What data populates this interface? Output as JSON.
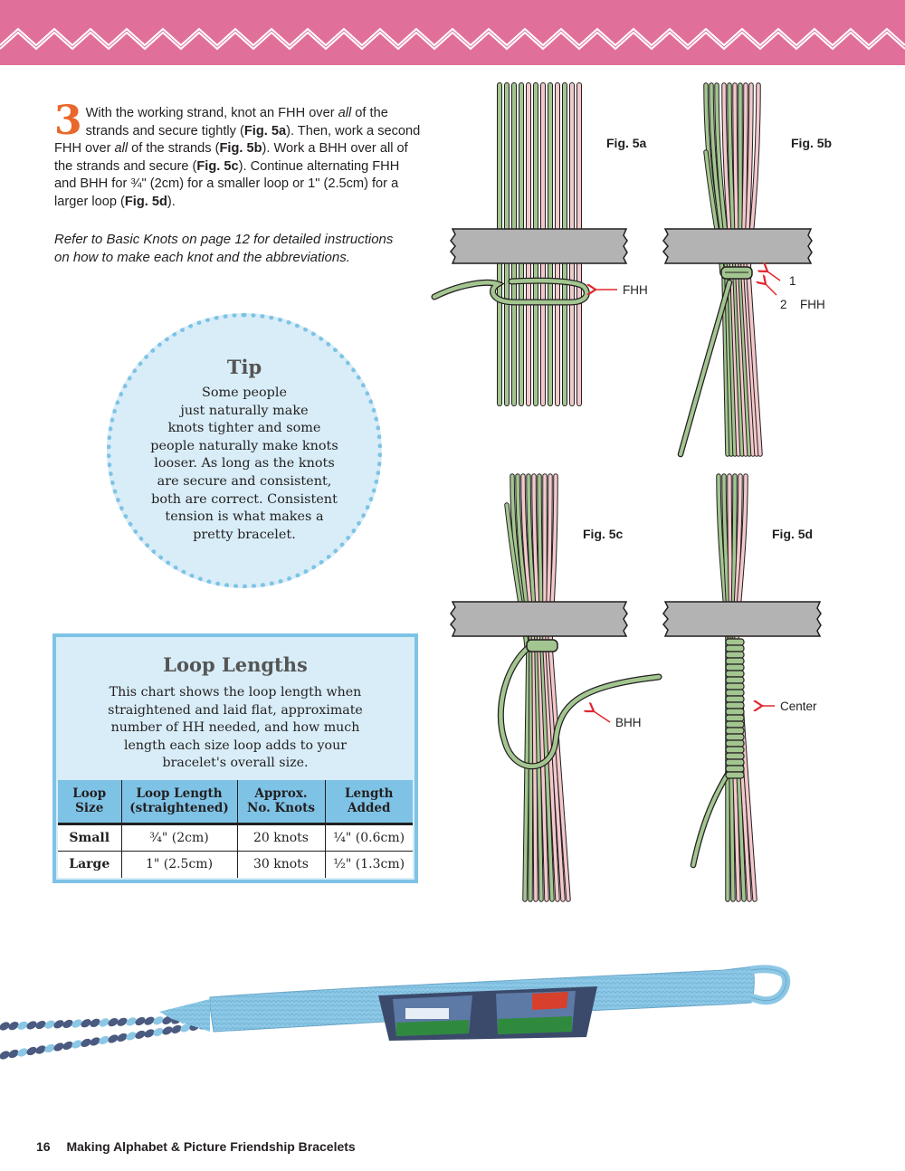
{
  "step": {
    "number": "3",
    "segments": [
      {
        "t": "With the working strand, knot an FHH over ",
        "s": "normal"
      },
      {
        "t": "all",
        "s": "italic"
      },
      {
        "t": " of the strands and secure tightly (",
        "s": "normal"
      },
      {
        "t": "Fig. 5a",
        "s": "bold"
      },
      {
        "t": "). Then, work a second FHH over ",
        "s": "normal"
      },
      {
        "t": "all",
        "s": "italic"
      },
      {
        "t": " of the strands (",
        "s": "normal"
      },
      {
        "t": "Fig. 5b",
        "s": "bold"
      },
      {
        "t": "). Work a BHH over all of the strands and secure (",
        "s": "normal"
      },
      {
        "t": "Fig. 5c",
        "s": "bold"
      },
      {
        "t": "). Continue alternating FHH and BHH for ¾\" (2cm) for a smaller loop or 1\" (2.5cm) for a larger loop (",
        "s": "normal"
      },
      {
        "t": "Fig. 5d",
        "s": "bold"
      },
      {
        "t": ").",
        "s": "normal"
      }
    ]
  },
  "note": "Refer to Basic Knots on page 12 for detailed instructions on how to make each knot and the abbreviations.",
  "tip": {
    "title": "Tip",
    "lines": [
      "Some people",
      "just naturally make",
      "knots tighter and some",
      "people naturally make knots",
      "looser. As long as the knots",
      "are secure and consistent,",
      "both are correct. Consistent",
      "tension is what makes a",
      "pretty bracelet."
    ]
  },
  "loop_lengths": {
    "title": "Loop Lengths",
    "description_lines": [
      "This chart shows the loop length when",
      "straightened and laid flat, approximate",
      "number of HH needed, and how much",
      "length each size loop adds to your",
      "bracelet's overall size."
    ],
    "columns": [
      [
        "Loop",
        "Size"
      ],
      [
        "Loop Length",
        "(straightened)"
      ],
      [
        "Approx.",
        "No. Knots"
      ],
      [
        "Length",
        "Added"
      ]
    ],
    "rows": [
      [
        "Small",
        "³⁄₄\" (2cm)",
        "20 knots",
        "¹⁄₄\" (0.6cm)"
      ],
      [
        "Large",
        "1\" (2.5cm)",
        "30 knots",
        "¹⁄₂\" (1.3cm)"
      ]
    ]
  },
  "figures": {
    "fig5a": {
      "label": "Fig. 5a",
      "annotation": "FHH"
    },
    "fig5b": {
      "label": "Fig. 5b",
      "marker1": "1",
      "marker2": "2",
      "annotation": "FHH"
    },
    "fig5c": {
      "label": "Fig. 5c",
      "annotation": "BHH"
    },
    "fig5d": {
      "label": "Fig. 5d",
      "annotation": "Center"
    }
  },
  "colors": {
    "banner": "#e0709a",
    "accent_orange": "#e8672a",
    "box_fill": "#d8edf7",
    "box_border": "#7ec3e6",
    "strand_green": "#a3c690",
    "strand_pink": "#f3c9cc",
    "tape_gray": "#b3b3b3",
    "arrow_red": "#e0282e",
    "bracelet_blue": "#8cc8e6",
    "cord_navy": "#4a5a80"
  },
  "footer": {
    "page_number": "16",
    "book_title": "Making Alphabet & Picture Friendship Bracelets"
  }
}
